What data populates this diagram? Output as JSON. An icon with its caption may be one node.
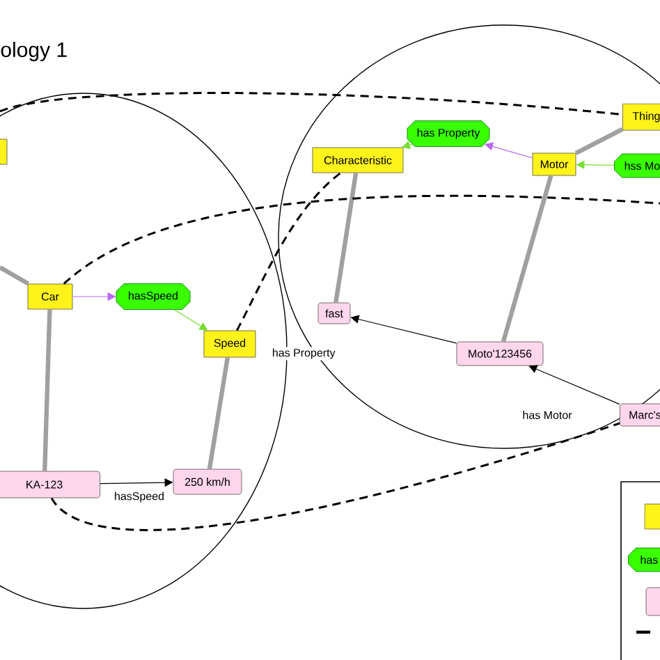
{
  "diagram": {
    "nodes": [
      {
        "text": [],
        "shape": "box"
      },
      {
        "text": [
          "Car"
        ]
      },
      {
        "text": [
          "hasSpeed"
        ]
      },
      {
        "text": [
          "Speed"
        ]
      },
      {
        "text": [
          "KA-123"
        ]
      },
      {
        "text": [
          "250 km/h"
        ]
      },
      {
        "text": [
          "Characteristic"
        ]
      },
      {
        "text": [
          "has Property"
        ]
      },
      {
        "text": [
          "Motor"
        ]
      },
      {
        "text": [
          "Thing"
        ]
      },
      {
        "text": [
          "hss Mo"
        ]
      },
      {
        "text": [
          "fast"
        ]
      },
      {
        "text": [
          "Moto'123456"
        ]
      },
      {
        "text": [
          "Marc's"
        ]
      }
    ],
    "edges": [
      {
        "from": 1,
        "to": 2,
        "arrow": "to",
        "color": "#bb66ee"
      },
      {
        "from": 2,
        "to": 3,
        "arrow": "to",
        "color": "#77dd33"
      },
      {
        "from": 8,
        "to": 7,
        "arrow": "to",
        "color": "#bb66ee"
      },
      {
        "from": 7,
        "to": 6,
        "arrow": "to",
        "color": "#77dd33"
      },
      {
        "from": 10,
        "to": 8,
        "arrow": "to",
        "color": "#77dd33"
      },
      {
        "from": 1,
        "to": null,
        "arrow": "none",
        "style": "thick",
        "color": "#a0a0a0"
      },
      {
        "from": 1,
        "to": 4,
        "arrow": "none",
        "style": "thick",
        "color": "#a0a0a0"
      },
      {
        "from": 3,
        "to": 5,
        "arrow": "none",
        "style": "thick",
        "color": "#a0a0a0"
      },
      {
        "from": 6,
        "to": 11,
        "arrow": "none",
        "style": "thick",
        "color": "#a0a0a0"
      },
      {
        "from": 8,
        "to": 12,
        "arrow": "none",
        "style": "thick",
        "color": "#a0a0a0"
      },
      {
        "from": 8,
        "to": 9,
        "arrow": "none",
        "style": "thick",
        "color": "#a0a0a0"
      },
      {
        "from": 4,
        "to": 5,
        "arrow": "to",
        "label": "hasSpeed"
      },
      {
        "from": 12,
        "to": 11,
        "arrow": "to",
        "label": "has Property"
      },
      {
        "from": 13,
        "to": 12,
        "arrow": "to",
        "label": "has Motor"
      },
      {
        "from": null,
        "to": 9,
        "arrow": "none",
        "style": "dashed"
      },
      {
        "from": 1,
        "to": null,
        "arrow": "none",
        "style": "dashed"
      },
      {
        "from": 3,
        "to": 6,
        "arrow": "none",
        "style": "dashed"
      },
      {
        "from": 4,
        "to": 13,
        "arrow": "none",
        "style": "dashed"
      }
    ],
    "labels": [
      "ology 1",
      "has"
    ]
  }
}
